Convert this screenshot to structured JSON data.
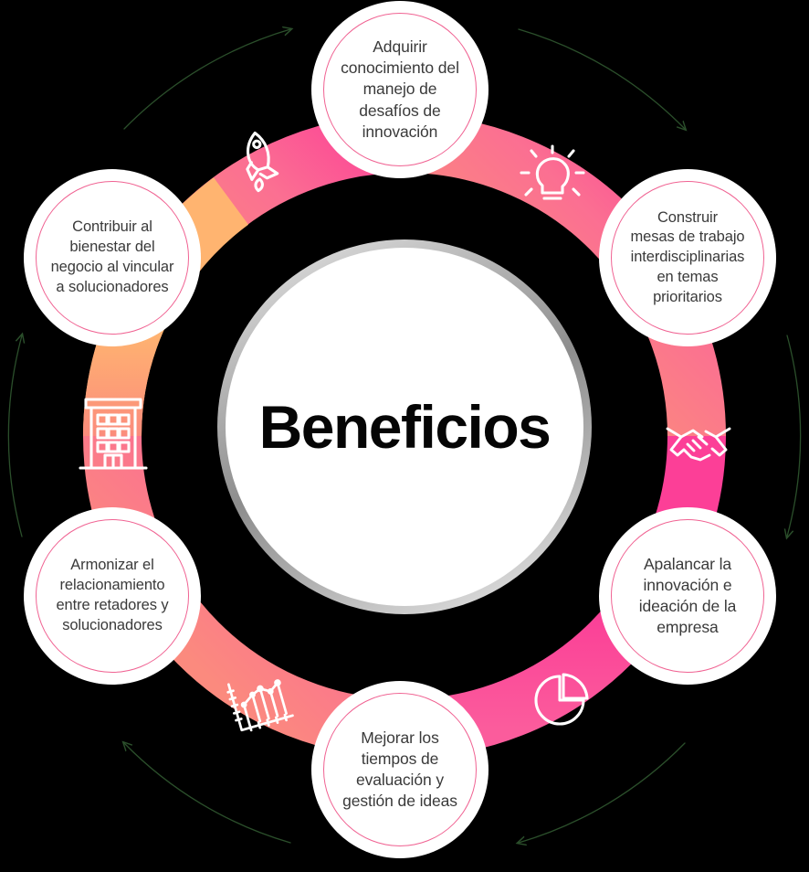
{
  "diagram": {
    "type": "circular-cycle",
    "center": {
      "title": "Beneficios"
    },
    "ring": {
      "gradient_stops": [
        "#ffb470",
        "#fb8c7c",
        "#fa7e82",
        "#fb6f97",
        "#fc4f9d",
        "#fb3f97",
        "#fa4f9a",
        "#fb6f92",
        "#fb8a7e",
        "#ffb470"
      ],
      "colors": {
        "orange": "#ffb470",
        "salmon": "#fb8c7c",
        "coral": "#fa7e82",
        "hot_pink": "#fc3f97",
        "pink": "#fb5c9c"
      }
    },
    "outline_arrows": {
      "color": "#214421",
      "count": 4,
      "direction": "clockwise"
    },
    "nodes": [
      {
        "id": "adquirir-conocimiento",
        "text": "Adquirir conocimiento del manejo de desafíos de innovación",
        "lines": [
          "Adquirir",
          "conocimiento del",
          "manejo de",
          "desafíos de",
          "innovación"
        ],
        "position": "top",
        "icon": "rocket-icon",
        "icon_segment_color": "#fb8c7c"
      },
      {
        "id": "construir-mesas",
        "text": "Construir mesas de trabajo interdisciplinarias en temas prioritarios",
        "lines": [
          "Construir",
          "mesas de trabajo",
          "interdisciplinarias",
          "en temas",
          "prioritarios"
        ],
        "position": "top-right",
        "icon": "lightbulb-icon",
        "icon_segment_color": "#fc3f97"
      },
      {
        "id": "apalancar-innovacion",
        "text": "Apalancar la innovación e ideación de la empresa",
        "lines": [
          "Apalancar la",
          "innovación e",
          "ideación de la",
          "empresa"
        ],
        "position": "bottom-right",
        "icon": "handshake-icon",
        "icon_segment_color": "#fb3f97"
      },
      {
        "id": "mejorar-tiempos",
        "text": "Mejorar los tiempos de evaluación y gestión de ideas",
        "lines": [
          "Mejorar los",
          "tiempos de",
          "evaluación y",
          "gestión de ideas"
        ],
        "position": "bottom",
        "icon": "pie-chart-icon",
        "icon_segment_color": "#fb5c9c"
      },
      {
        "id": "armonizar-relacionamiento",
        "text": "Armonizar el relacionamiento entre retadores y solucionadores",
        "lines": [
          "Armonizar el",
          "relacionamiento",
          "entre retadores y",
          "solucionadores"
        ],
        "position": "bottom-left",
        "icon": "line-chart-icon",
        "icon_segment_color": "#fb8a7e"
      },
      {
        "id": "contribuir-bienestar",
        "text": "Contribuir al bienestar del negocio al vincular a solucionadores",
        "lines": [
          "Contribuir al",
          "bienestar del",
          "negocio al vincular",
          "a solucionadores"
        ],
        "position": "top-left",
        "icon": "building-icon",
        "icon_segment_color": "#ffb470"
      }
    ]
  }
}
